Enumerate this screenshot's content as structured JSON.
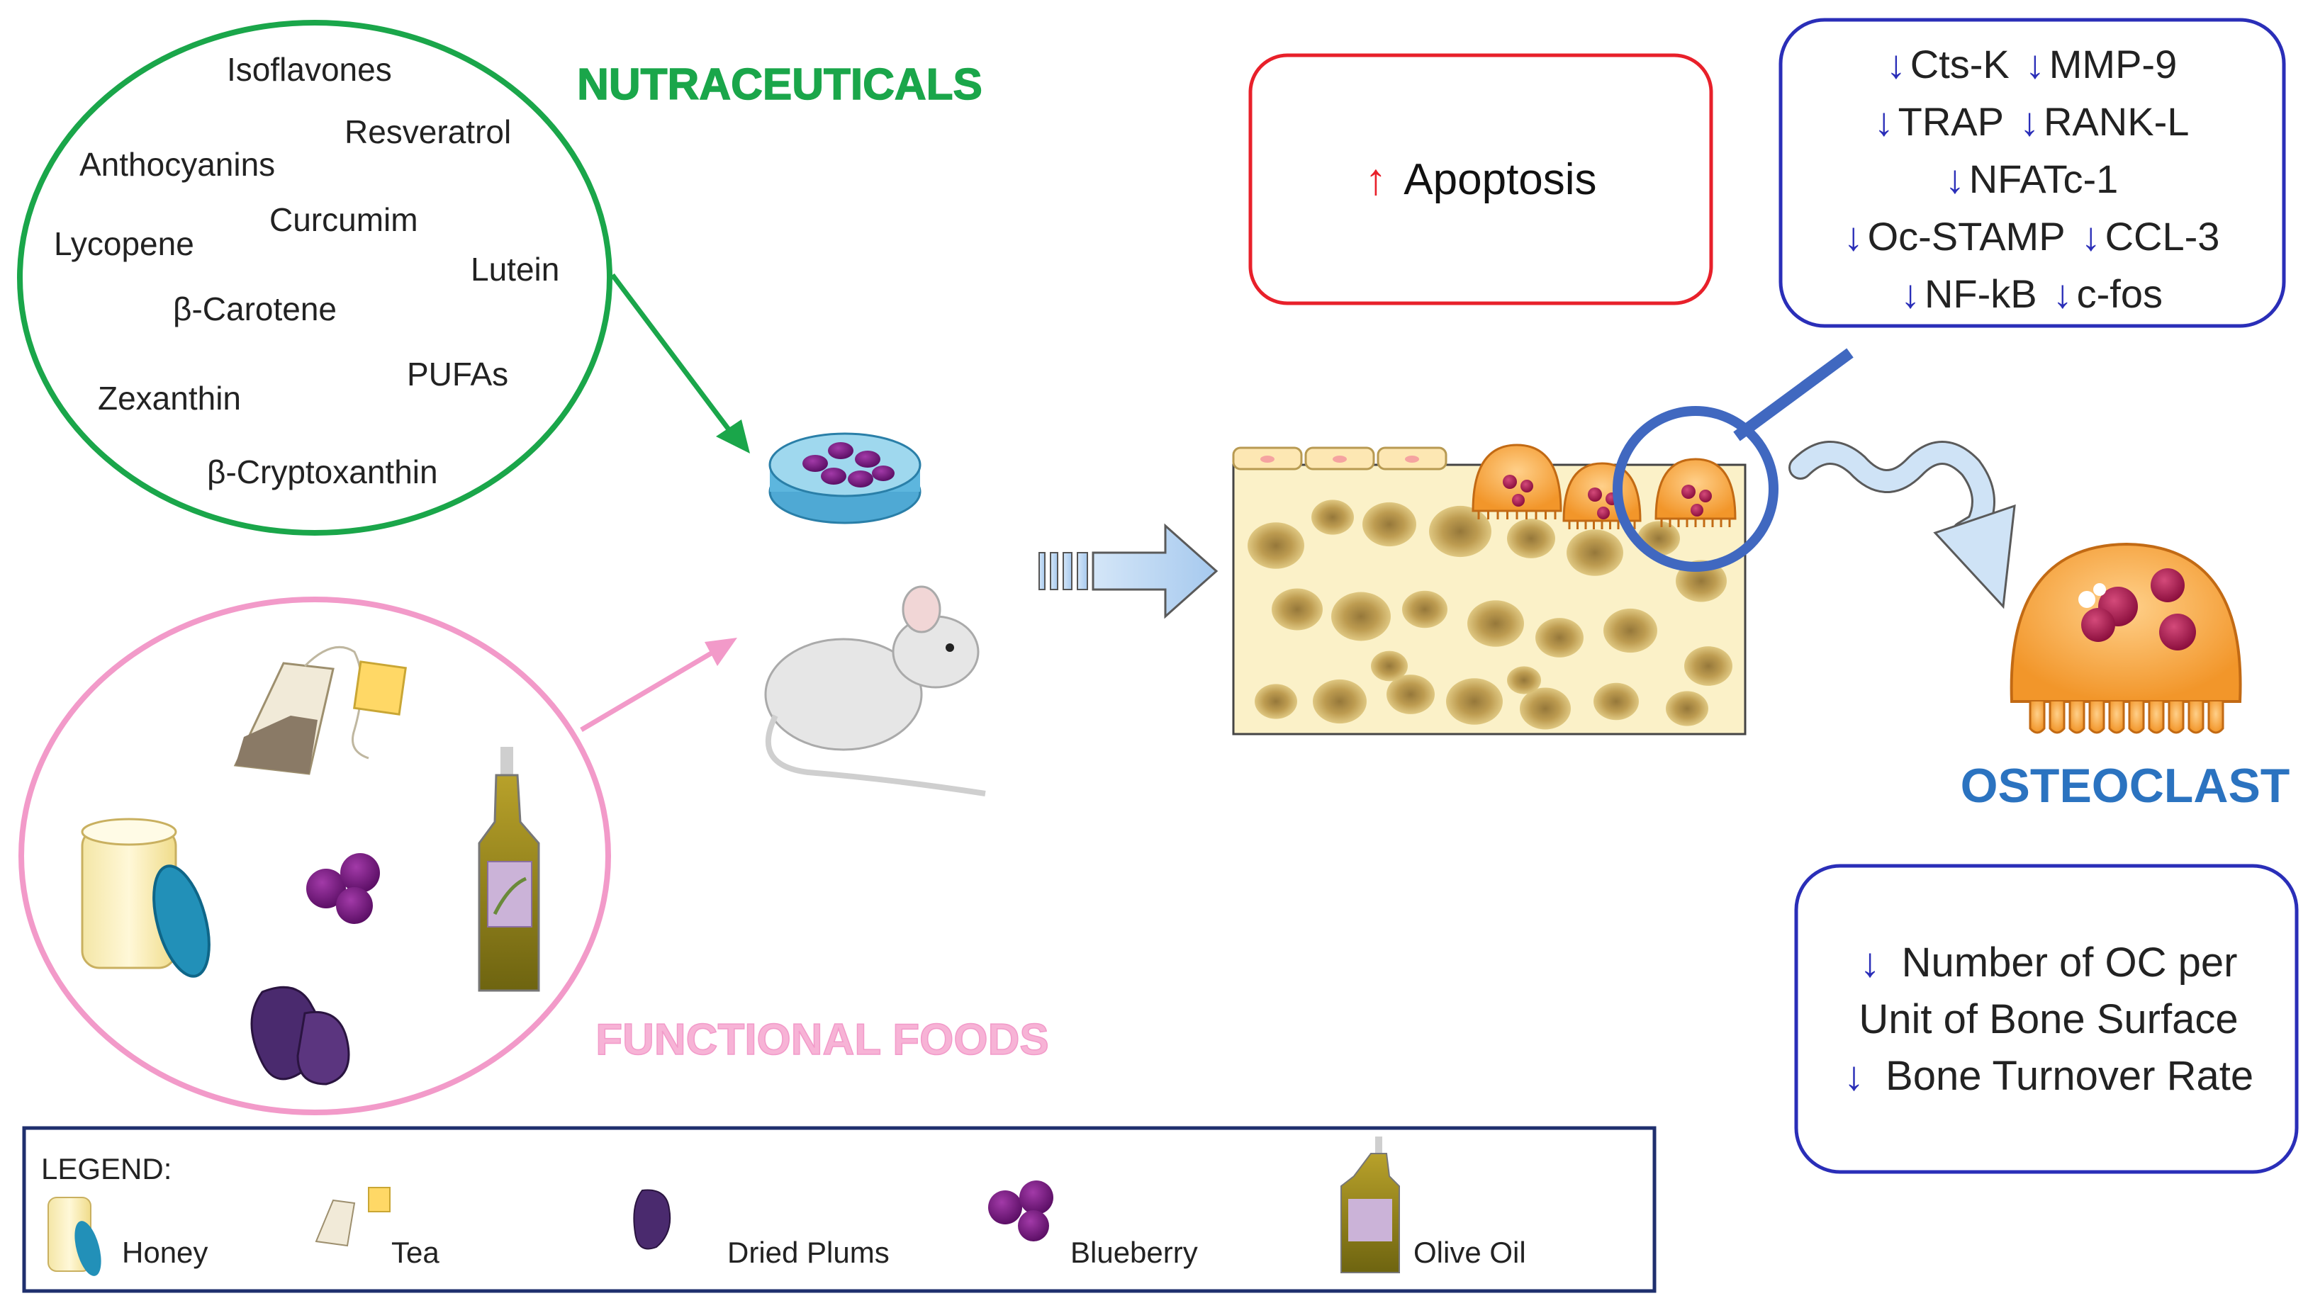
{
  "nutraceuticals": {
    "title": "NUTRACEUTICALS",
    "items": [
      "Isoflavones",
      "Resveratrol",
      "Anthocyanins",
      "Curcumim",
      "Lycopene",
      "Lutein",
      "β-Carotene",
      "PUFAs",
      "Zexanthin",
      "β-Cryptoxanthin"
    ]
  },
  "functional_foods": {
    "title": "FUNCTIONAL FOODS"
  },
  "apoptosis": {
    "arrow": "↑",
    "label": "Apoptosis"
  },
  "markers": {
    "arrow": "↓",
    "rows": [
      [
        "Cts-K",
        "MMP-9"
      ],
      [
        "TRAP",
        "RANK-L"
      ],
      [
        "NFATc-1"
      ],
      [
        "Oc-STAMP",
        "CCL-3"
      ],
      [
        "NF-kB",
        "c-fos"
      ]
    ]
  },
  "osteoclast_label": "OSTEOCLAST",
  "outcomes": {
    "arrow": "↓",
    "lines": [
      "Number of OC per",
      "Unit of Bone Surface",
      "Bone Turnover Rate"
    ]
  },
  "legend": {
    "title": "LEGEND:",
    "items": [
      "Honey",
      "Tea",
      "Dried Plums",
      "Blueberry",
      "Olive Oil"
    ]
  },
  "colors": {
    "green": "#1aa64a",
    "pink": "#f29ac9",
    "red": "#e8202a",
    "navy": "#2a2eb8",
    "blue_label": "#2b73c0",
    "legend_border": "#1f2f6e"
  }
}
